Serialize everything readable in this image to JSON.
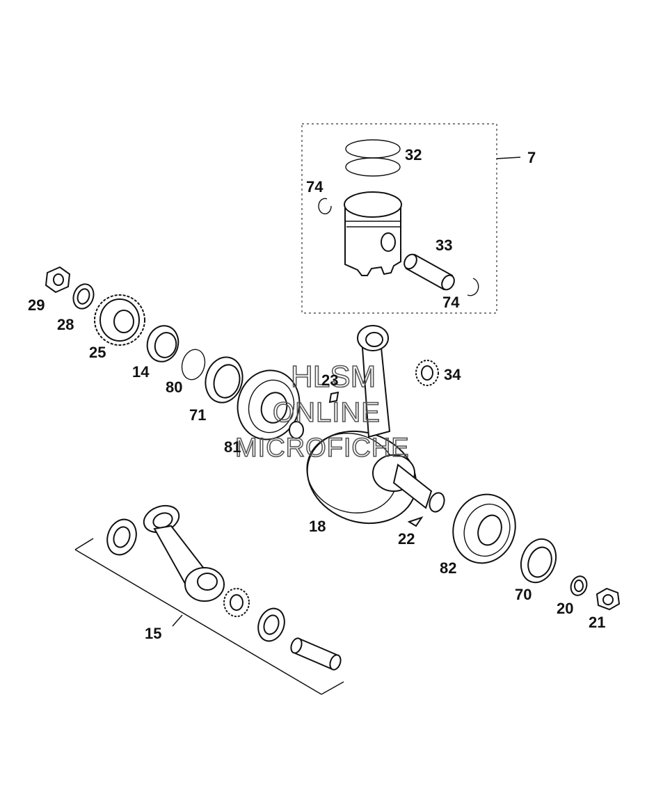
{
  "diagram": {
    "callouts": [
      "7",
      "32",
      "74",
      "33",
      "74",
      "29",
      "28",
      "25",
      "14",
      "80",
      "71",
      "81",
      "23",
      "34",
      "18",
      "22",
      "82",
      "70",
      "20",
      "21",
      "15"
    ]
  },
  "watermark": {
    "line1": "HLSM",
    "line2": "ONLINE",
    "line3": "MICROFICHE"
  }
}
